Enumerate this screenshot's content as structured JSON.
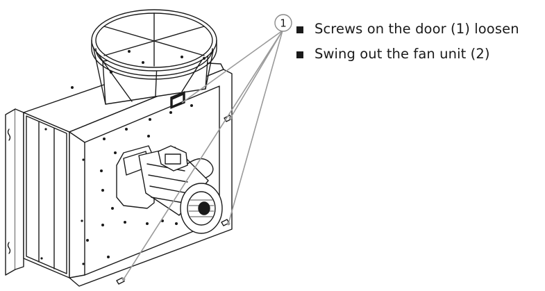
{
  "instructions": [
    {
      "text": "Screws on the door (1) loosen"
    },
    {
      "text": "Swing out the fan unit (2)"
    }
  ],
  "callout": {
    "number": "1"
  },
  "colors": {
    "line": "#1a1a1a",
    "leader": "#9a9a9a",
    "body_fill": "#ffffff"
  }
}
